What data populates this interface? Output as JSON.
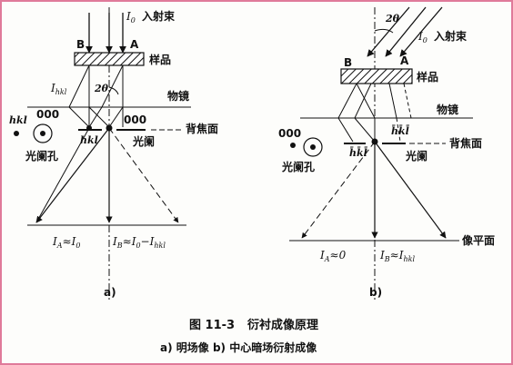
{
  "figure": {
    "caption_number": "图 11-3",
    "caption_title": "衍衬成像原理",
    "caption_sub": "a) 明场像   b) 中心暗场衍射成像"
  },
  "panel_a": {
    "beam_symbol": "I",
    "beam_sub": "0",
    "beam_text": "入射束",
    "label_B": "B",
    "label_A": "A",
    "sample": "样品",
    "objective": "物镜",
    "back_focal": "背焦面",
    "aperture": "光阑",
    "aperture_hole": "光阑孔",
    "ihkl_symbol": "I",
    "ihkl_sub": "hkl",
    "two_theta": "2θ",
    "spot_000_right": "000",
    "spot_000_left": "000",
    "spot_hkl_left": "hkl",
    "spot_hkl_mid": "hkl",
    "ia_prefix": "I",
    "ia_sub": "A",
    "ia_rel": "≈",
    "ia_value": "I",
    "ia_value_sub": "0",
    "ib_prefix": "I",
    "ib_sub": "B",
    "ib_rel": "≈",
    "ib_v1": "I",
    "ib_v1_sub": "0",
    "ib_minus": "−",
    "ib_v2": "I",
    "ib_v2_sub": "hkl",
    "panel_label": "a)"
  },
  "panel_b": {
    "beam_symbol": "I",
    "beam_sub": "0",
    "beam_text": "入射束",
    "two_theta": "2θ",
    "label_B": "B",
    "label_A": "A",
    "sample": "样品",
    "objective": "物镜",
    "back_focal": "背焦面",
    "aperture": "光阑",
    "aperture_hole": "光阑孔",
    "spot_000": "000",
    "spot_hkl_bar": "h̄k̄l̄",
    "spot_hkl_bar2": "h̄k̄l̄",
    "image_plane": "像平面",
    "ia_prefix": "I",
    "ia_sub": "A",
    "ia_rel": "≈",
    "ia_value": "0",
    "ib_prefix": "I",
    "ib_sub": "B",
    "ib_rel": "≈",
    "ib_v": "I",
    "ib_v_sub": "hkl",
    "panel_label": "b)"
  }
}
